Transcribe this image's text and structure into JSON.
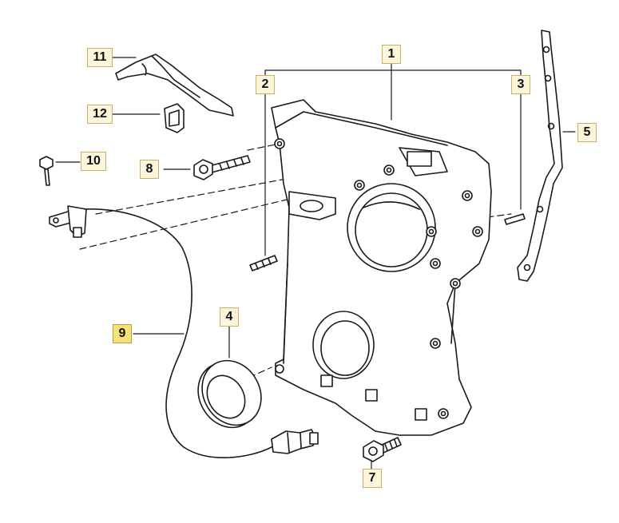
{
  "diagram": {
    "callouts": [
      {
        "id": "callout-1",
        "label": "1"
      },
      {
        "id": "callout-2",
        "label": "2"
      },
      {
        "id": "callout-3",
        "label": "3"
      },
      {
        "id": "callout-4",
        "label": "4"
      },
      {
        "id": "callout-5",
        "label": "5"
      },
      {
        "id": "callout-7",
        "label": "7"
      },
      {
        "id": "callout-8",
        "label": "8"
      },
      {
        "id": "callout-9",
        "label": "9",
        "selected": true
      },
      {
        "id": "callout-10",
        "label": "10"
      },
      {
        "id": "callout-11",
        "label": "11"
      },
      {
        "id": "callout-12",
        "label": "12"
      }
    ],
    "colors": {
      "line": "#1a1a1a",
      "callout_bg": "#fbf5dc",
      "callout_selected_bg": "#f5e27a"
    }
  }
}
